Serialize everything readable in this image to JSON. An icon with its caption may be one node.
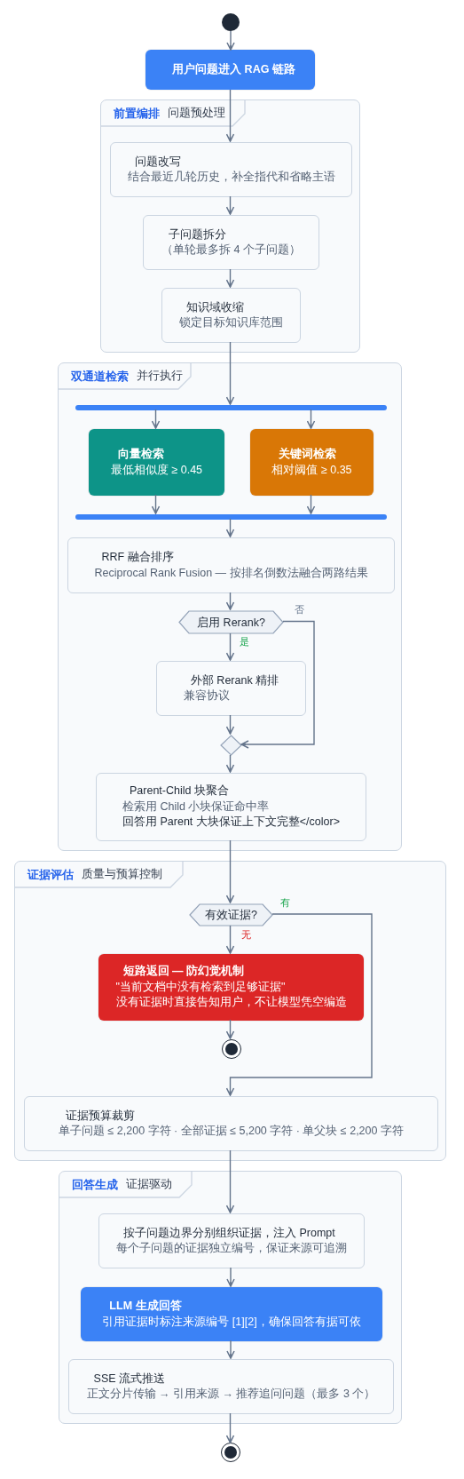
{
  "diagram": {
    "nodes": [
      {
        "text": [],
        "shape": "circle"
      },
      {
        "text": [
          "用户问题进入 RAG 链路"
        ]
      },
      {
        "text": [
          "前置编排",
          "问题预处理"
        ]
      },
      {
        "text": [
          "问题改写",
          "结合最近几轮历史，补全指代和省略主语"
        ],
        "in": 2
      },
      {
        "text": [
          "子问题拆分",
          "（单轮最多拆 4 个子问题）"
        ],
        "in": 2
      },
      {
        "text": [
          "知识域收缩",
          "锁定目标知识库范围"
        ],
        "in": 2
      },
      {
        "text": [
          "双通道检索",
          "并行执行"
        ]
      },
      {
        "text": [],
        "shape": "bar",
        "in": 6
      },
      {
        "text": [
          "向量检索",
          "最低相似度 ≥ 0.45"
        ],
        "in": 6
      },
      {
        "text": [
          "关键词检索",
          "相对阈值 ≥ 0.35"
        ],
        "in": 6
      },
      {
        "text": [],
        "shape": "bar",
        "in": 6
      },
      {
        "text": [
          "RRF 融合排序",
          "Reciprocal Rank Fusion — 按排名倒数法融合两路结果"
        ],
        "in": 6
      },
      {
        "text": [
          "启用 Rerank?"
        ],
        "in": 6
      },
      {
        "text": [
          "外部 Rerank 精排",
          "兼容协议"
        ],
        "in": 6
      },
      {
        "text": [],
        "shape": "diamond",
        "in": 6
      },
      {
        "text": [
          "Parent-Child 块聚合",
          "检索用 Child 小块保证命中率",
          "回答用 Parent 大块保证上下文完整</color>"
        ],
        "in": 6
      },
      {
        "text": [
          "证据评估",
          "质量与预算控制"
        ]
      },
      {
        "text": [
          "有效证据?"
        ],
        "in": 16
      },
      {
        "text": [
          "短路返回 — 防幻觉机制",
          "\"当前文档中没有检索到足够证据\"",
          "没有证据时直接告知用户，不让模型凭空编造"
        ],
        "in": 16
      },
      {
        "text": [],
        "shape": "circle",
        "in": 16
      },
      {
        "text": [
          "证据预算裁剪",
          "单子问题 ≤ 2,200 字符 · 全部证据 ≤ 5,200 字符 · 单父块 ≤ 2,200 字符"
        ],
        "in": 16
      },
      {
        "text": [
          "回答生成",
          "证据驱动"
        ]
      },
      {
        "text": [
          "按子问题边界分别组织证据，注入 Prompt",
          "每个子问题的证据独立编号，保证来源可追溯"
        ],
        "in": 21
      },
      {
        "text": [
          "LLM 生成回答",
          "引用证据时标注来源编号 [1][2]，确保回答有据可依"
        ],
        "in": 21
      },
      {
        "text": [
          "SSE 流式推送",
          "正文分片传输 → 引用来源 → 推荐追问问题（最多 3 个）"
        ],
        "in": 21
      },
      {
        "text": [],
        "shape": "circle"
      }
    ],
    "edges": [
      {
        "from": 0,
        "to": 1,
        "arrow": "to"
      },
      {
        "from": 1,
        "to": 3,
        "arrow": "to"
      },
      {
        "from": 3,
        "to": 4,
        "arrow": "to"
      },
      {
        "from": 4,
        "to": 5,
        "arrow": "to"
      },
      {
        "from": 5,
        "to": 7,
        "arrow": "to"
      },
      {
        "from": 7,
        "to": 8,
        "arrow": "to"
      },
      {
        "from": 7,
        "to": 9,
        "arrow": "to"
      },
      {
        "from": 8,
        "to": 10,
        "arrow": "to"
      },
      {
        "from": 9,
        "to": 10,
        "arrow": "to"
      },
      {
        "from": 10,
        "to": 11,
        "arrow": "to"
      },
      {
        "from": 11,
        "to": 12,
        "arrow": "to"
      },
      {
        "from": 12,
        "to": 13,
        "arrow": "to",
        "label": "是"
      },
      {
        "from": 12,
        "to": 14,
        "arrow": "to",
        "label": "否"
      },
      {
        "from": 13,
        "to": 14,
        "arrow": "to"
      },
      {
        "from": 14,
        "to": 15,
        "arrow": "to"
      },
      {
        "from": 15,
        "to": 17,
        "arrow": "to"
      },
      {
        "from": 17,
        "to": 18,
        "arrow": "to",
        "label": "无"
      },
      {
        "from": 17,
        "to": 20,
        "arrow": "to",
        "label": "有"
      },
      {
        "from": 18,
        "to": 19,
        "arrow": "to"
      },
      {
        "from": 20,
        "to": 22,
        "arrow": "to"
      },
      {
        "from": 22,
        "to": 23,
        "arrow": "to"
      },
      {
        "from": 23,
        "to": 24,
        "arrow": "to"
      },
      {
        "from": 24,
        "to": 25,
        "arrow": "to"
      }
    ]
  }
}
